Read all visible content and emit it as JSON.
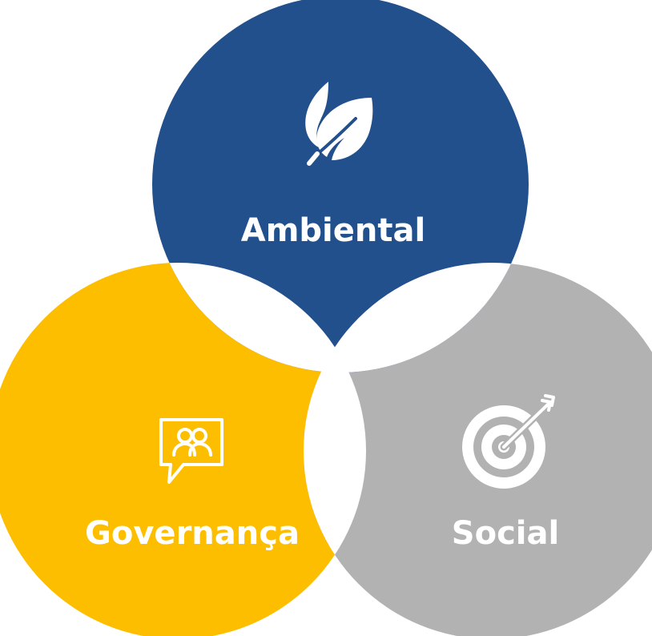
{
  "diagram": {
    "circles": [
      {
        "id": "ambiental",
        "label": "Ambiental",
        "icon": "leaf-icon",
        "color": "#21508c"
      },
      {
        "id": "governanca",
        "label": "Governança",
        "icon": "people-chat-icon",
        "color": "#fdbe00"
      },
      {
        "id": "social",
        "label": "Social",
        "icon": "target-arrow-icon",
        "color": "#b2b2b2"
      }
    ],
    "overlap_color": "#ffffff",
    "label_color": "#ffffff"
  }
}
